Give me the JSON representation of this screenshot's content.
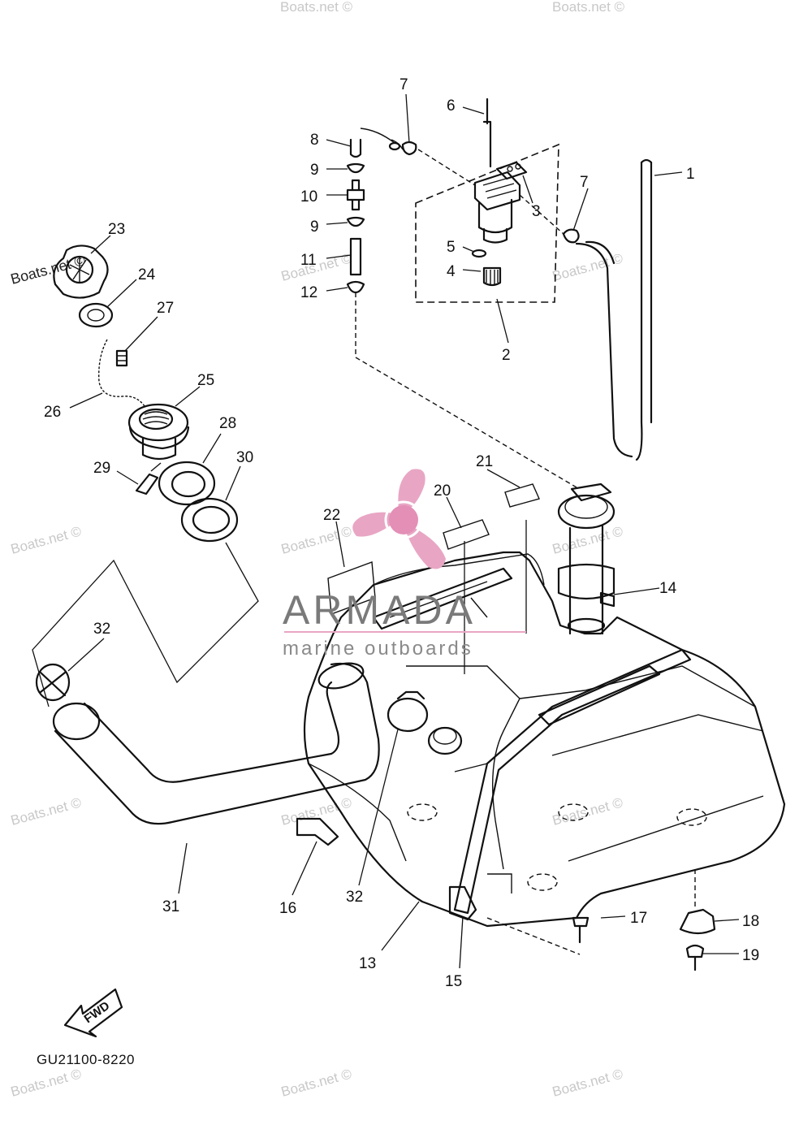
{
  "callouts": [
    {
      "id": "1",
      "label": "1"
    },
    {
      "id": "2",
      "label": "2"
    },
    {
      "id": "3",
      "label": "3"
    },
    {
      "id": "4",
      "label": "4"
    },
    {
      "id": "5",
      "label": "5"
    },
    {
      "id": "6",
      "label": "6"
    },
    {
      "id": "7a",
      "label": "7"
    },
    {
      "id": "7b",
      "label": "7"
    },
    {
      "id": "8",
      "label": "8"
    },
    {
      "id": "9a",
      "label": "9"
    },
    {
      "id": "9b",
      "label": "9"
    },
    {
      "id": "10",
      "label": "10"
    },
    {
      "id": "11",
      "label": "11"
    },
    {
      "id": "12",
      "label": "12"
    },
    {
      "id": "13",
      "label": "13"
    },
    {
      "id": "14",
      "label": "14"
    },
    {
      "id": "15",
      "label": "15"
    },
    {
      "id": "16",
      "label": "16"
    },
    {
      "id": "17",
      "label": "17"
    },
    {
      "id": "18",
      "label": "18"
    },
    {
      "id": "19",
      "label": "19"
    },
    {
      "id": "20",
      "label": "20"
    },
    {
      "id": "21",
      "label": "21"
    },
    {
      "id": "22",
      "label": "22"
    },
    {
      "id": "23",
      "label": "23"
    },
    {
      "id": "24",
      "label": "24"
    },
    {
      "id": "25",
      "label": "25"
    },
    {
      "id": "26",
      "label": "26"
    },
    {
      "id": "27",
      "label": "27"
    },
    {
      "id": "28",
      "label": "28"
    },
    {
      "id": "29",
      "label": "29"
    },
    {
      "id": "30",
      "label": "30"
    },
    {
      "id": "31",
      "label": "31"
    },
    {
      "id": "32a",
      "label": "32"
    },
    {
      "id": "32b",
      "label": "32"
    }
  ],
  "diagram_code": "GU21100-8220",
  "fwd_arrow_label": "FWD",
  "watermark_text": "Boats.net ©",
  "brand": {
    "name": "ARMADA",
    "tagline": "marine outboards",
    "logo_color": "#e8a6c4",
    "text_color": "#7a7a7a"
  }
}
